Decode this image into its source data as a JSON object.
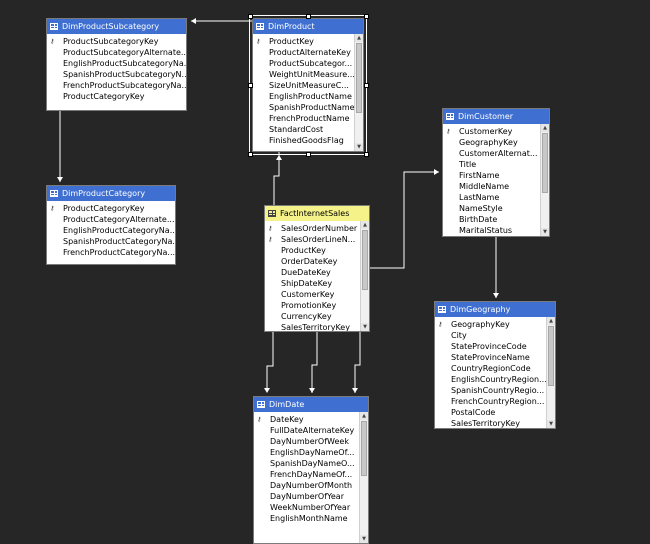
{
  "colors": {
    "canvas_background": "#262626",
    "table_header": "#3f6fd1",
    "fact_table_header": "#f5f28a",
    "connector_line": "#ffffff"
  },
  "icons": {
    "table": "table-icon",
    "key": "primary-key-icon",
    "scroll_up": "scroll-up-arrow-icon",
    "scroll_down": "scroll-down-arrow-icon"
  },
  "diagram": {
    "tables": [
      {
        "id": "DimProductSubcategory",
        "title": "DimProductSubcategory",
        "fact": false,
        "selected": false,
        "scrollbar": false,
        "columns": [
          {
            "name": "ProductSubcategoryKey",
            "key": true
          },
          {
            "name": "ProductSubcategoryAlternate...",
            "key": false
          },
          {
            "name": "EnglishProductSubcategoryNa...",
            "key": false
          },
          {
            "name": "SpanishProductSubcategoryN...",
            "key": false
          },
          {
            "name": "FrenchProductSubcategoryNa...",
            "key": false
          },
          {
            "name": "ProductCategoryKey",
            "key": false
          }
        ]
      },
      {
        "id": "DimProduct",
        "title": "DimProduct",
        "fact": false,
        "selected": true,
        "scrollbar": true,
        "columns": [
          {
            "name": "ProductKey",
            "key": true
          },
          {
            "name": "ProductAlternateKey",
            "key": false
          },
          {
            "name": "ProductSubcategor...",
            "key": false
          },
          {
            "name": "WeightUnitMeasure...",
            "key": false
          },
          {
            "name": "SizeUnitMeasureC...",
            "key": false
          },
          {
            "name": "EnglishProductName",
            "key": false
          },
          {
            "name": "SpanishProductName",
            "key": false
          },
          {
            "name": "FrenchProductName",
            "key": false
          },
          {
            "name": "StandardCost",
            "key": false
          },
          {
            "name": "FinishedGoodsFlag",
            "key": false
          }
        ]
      },
      {
        "id": "DimProductCategory",
        "title": "DimProductCategory",
        "fact": false,
        "selected": false,
        "scrollbar": false,
        "columns": [
          {
            "name": "ProductCategoryKey",
            "key": true
          },
          {
            "name": "ProductCategoryAlternate...",
            "key": false
          },
          {
            "name": "EnglishProductCategoryNa...",
            "key": false
          },
          {
            "name": "SpanishProductCategoryNa...",
            "key": false
          },
          {
            "name": "FrenchProductCategoryNa...",
            "key": false
          }
        ]
      },
      {
        "id": "FactInternetSales",
        "title": "FactInternetSales",
        "fact": true,
        "selected": false,
        "scrollbar": true,
        "columns": [
          {
            "name": "SalesOrderNumber",
            "key": true
          },
          {
            "name": "SalesOrderLineN...",
            "key": true
          },
          {
            "name": "ProductKey",
            "key": false
          },
          {
            "name": "OrderDateKey",
            "key": false
          },
          {
            "name": "DueDateKey",
            "key": false
          },
          {
            "name": "ShipDateKey",
            "key": false
          },
          {
            "name": "CustomerKey",
            "key": false
          },
          {
            "name": "PromotionKey",
            "key": false
          },
          {
            "name": "CurrencyKey",
            "key": false
          },
          {
            "name": "SalesTerritoryKey",
            "key": false
          }
        ]
      },
      {
        "id": "DimCustomer",
        "title": "DimCustomer",
        "fact": false,
        "selected": false,
        "scrollbar": true,
        "columns": [
          {
            "name": "CustomerKey",
            "key": true
          },
          {
            "name": "GeographyKey",
            "key": false
          },
          {
            "name": "CustomerAlternat...",
            "key": false
          },
          {
            "name": "Title",
            "key": false
          },
          {
            "name": "FirstName",
            "key": false
          },
          {
            "name": "MiddleName",
            "key": false
          },
          {
            "name": "LastName",
            "key": false
          },
          {
            "name": "NameStyle",
            "key": false
          },
          {
            "name": "BirthDate",
            "key": false
          },
          {
            "name": "MaritalStatus",
            "key": false
          }
        ]
      },
      {
        "id": "DimGeography",
        "title": "DimGeography",
        "fact": false,
        "selected": false,
        "scrollbar": true,
        "columns": [
          {
            "name": "GeographyKey",
            "key": true
          },
          {
            "name": "City",
            "key": false
          },
          {
            "name": "StateProvinceCode",
            "key": false
          },
          {
            "name": "StateProvinceName",
            "key": false
          },
          {
            "name": "CountryRegionCode",
            "key": false
          },
          {
            "name": "EnglishCountryRegion...",
            "key": false
          },
          {
            "name": "SpanishCountryRegio...",
            "key": false
          },
          {
            "name": "FrenchCountryRegion...",
            "key": false
          },
          {
            "name": "PostalCode",
            "key": false
          },
          {
            "name": "SalesTerritoryKey",
            "key": false
          }
        ]
      },
      {
        "id": "DimDate",
        "title": "DimDate",
        "fact": false,
        "selected": false,
        "scrollbar": true,
        "columns": [
          {
            "name": "DateKey",
            "key": true
          },
          {
            "name": "FullDateAlternateKey",
            "key": false
          },
          {
            "name": "DayNumberOfWeek",
            "key": false
          },
          {
            "name": "EnglishDayNameOf...",
            "key": false
          },
          {
            "name": "SpanishDayNameO...",
            "key": false
          },
          {
            "name": "FrenchDayNameOf...",
            "key": false
          },
          {
            "name": "DayNumberOfMonth",
            "key": false
          },
          {
            "name": "DayNumberOfYear",
            "key": false
          },
          {
            "name": "WeekNumberOfYear",
            "key": false
          },
          {
            "name": "EnglishMonthName",
            "key": false
          }
        ]
      }
    ],
    "relationships": [
      {
        "from": "DimProduct",
        "to": "DimProductSubcategory"
      },
      {
        "from": "DimProductSubcategory",
        "to": "DimProductCategory"
      },
      {
        "from": "FactInternetSales",
        "to": "DimProduct"
      },
      {
        "from": "FactInternetSales",
        "to": "DimCustomer"
      },
      {
        "from": "DimCustomer",
        "to": "DimGeography"
      },
      {
        "from": "FactInternetSales",
        "to": "DimDate"
      },
      {
        "from": "FactInternetSales",
        "to": "DimDate"
      },
      {
        "from": "FactInternetSales",
        "to": "DimDate"
      }
    ]
  }
}
